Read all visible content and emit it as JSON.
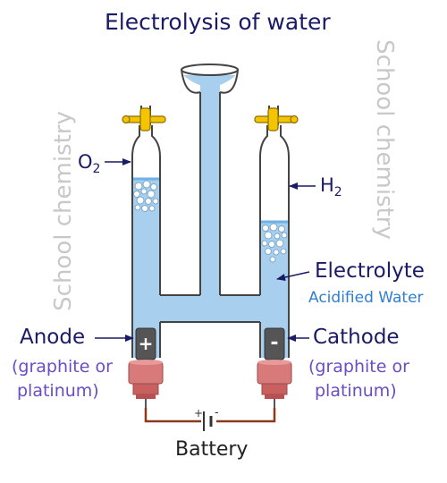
{
  "title": "Electrolysis of water",
  "watermark": "School chemistry",
  "gas_left": {
    "symbol": "O",
    "subscript": "2"
  },
  "gas_right": {
    "symbol": "H",
    "subscript": "2"
  },
  "electrolyte": "Electrolyte",
  "acidified": "Acidified Water",
  "anode": {
    "name": "Anode",
    "material_line1": "(graphite or",
    "material_line2": "platinum)",
    "sign": "+"
  },
  "cathode": {
    "name": "Cathode",
    "material_line1": "(graphite or",
    "material_line2": "platinum)",
    "sign": "-"
  },
  "battery": "Battery",
  "battery_signs": {
    "plus": "+",
    "minus": "-"
  },
  "colors": {
    "water": "#a8d0ee",
    "water_surface": "#6fb0e6",
    "outline": "#444444",
    "tap": "#f5c400",
    "label_dark": "#1a1a66",
    "label_purple": "#6a4cc4",
    "label_blue": "#2f7fd0",
    "wire": "#8b3a1a",
    "stopper": "#d97a7a",
    "electrode": "#555555",
    "watermark": "#c8c8c8"
  }
}
